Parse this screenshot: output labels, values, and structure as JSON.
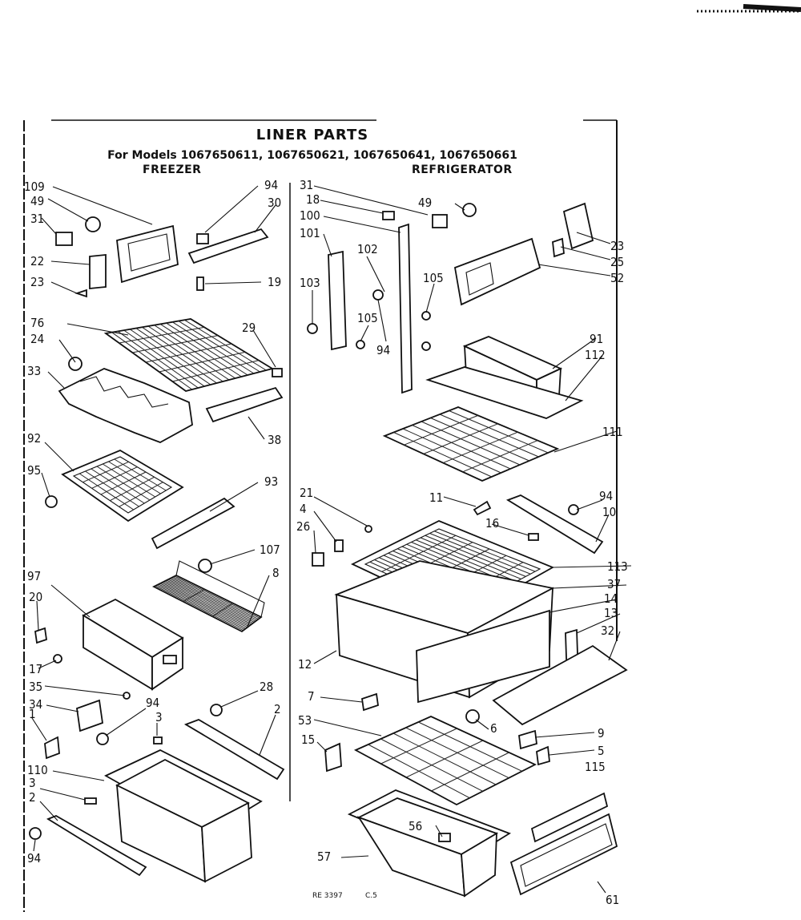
{
  "diagram": {
    "title": "LINER PARTS",
    "models_line": "For Models 1067650611, 1067650621, 1067650641, 1067650661",
    "sections": {
      "freezer": "FREEZER",
      "refrigerator": "REFRIGERATOR"
    },
    "footer_code": "RE 3397",
    "footer_ref": "C.5",
    "part_numbers": {
      "p109": "109",
      "p49a": "49",
      "p31a": "31",
      "p22": "22",
      "p23a": "23",
      "p94a": "94",
      "p30": "30",
      "p19": "19",
      "p76": "76",
      "p24": "24",
      "p33": "33",
      "p29": "29",
      "p38": "38",
      "p92": "92",
      "p95": "95",
      "p93": "93",
      "p107": "107",
      "p8": "8",
      "p97": "97",
      "p20": "20",
      "p17": "17",
      "p35": "35",
      "p34": "34",
      "p1": "1",
      "p94b": "94",
      "p3a": "3",
      "p28": "28",
      "p2a": "2",
      "p110": "110",
      "p3b": "3",
      "p2b": "2",
      "p94c": "94",
      "p31b": "31",
      "p18": "18",
      "p100": "100",
      "p101": "101",
      "p102": "102",
      "p103": "103",
      "p105a": "105",
      "p105b": "105",
      "p94d": "94",
      "p49b": "49",
      "p23b": "23",
      "p25": "25",
      "p52": "52",
      "p91": "91",
      "p112": "112",
      "p111": "111",
      "p21": "21",
      "p4": "4",
      "p26": "26",
      "p11": "11",
      "p16": "16",
      "p94e": "94",
      "p10": "10",
      "p113": "113",
      "p37": "37",
      "p14": "14",
      "p13": "13",
      "p32": "32",
      "p12": "12",
      "p7": "7",
      "p6": "6",
      "p53": "53",
      "p15": "15",
      "p9": "9",
      "p5": "5",
      "p115": "115",
      "p56": "56",
      "p57": "57",
      "p61": "61"
    }
  }
}
